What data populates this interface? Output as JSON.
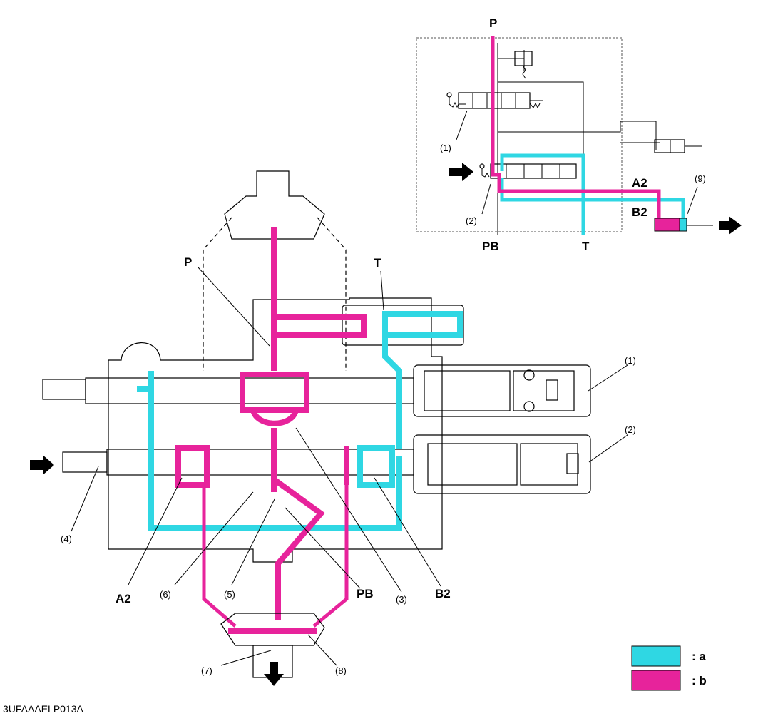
{
  "ports": {
    "p": "P",
    "t": "T",
    "a2": "A2",
    "b2": "B2",
    "pb": "PB"
  },
  "parts": {
    "n1": "(1)",
    "n2": "(2)",
    "n3": "(3)",
    "n4": "(4)",
    "n5": "(5)",
    "n6": "(6)",
    "n7": "(7)",
    "n8": "(8)",
    "n9": "(9)"
  },
  "legend": {
    "a_label": ": a",
    "b_label": ": b",
    "a_color": "#2fd7e3",
    "b_color": "#e7239b"
  },
  "figure_code": "3UFAAAELP013A",
  "colors": {
    "cyan": "#2fd7e3",
    "magenta": "#e7239b"
  }
}
